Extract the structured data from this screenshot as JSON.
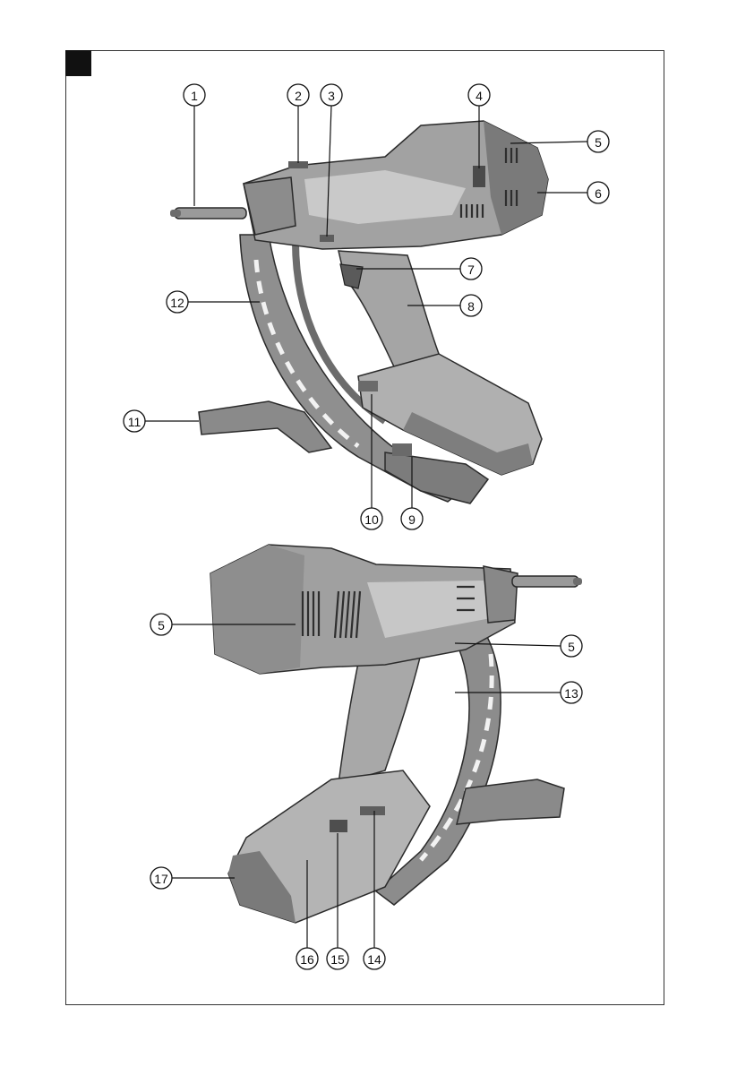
{
  "figure": {
    "colors": {
      "body": "#9a9a9a",
      "body_dark": "#6b6b6b",
      "body_light": "#c6c6c6",
      "body_shadow": "#575757",
      "vent": "#3a3a3a",
      "stroke": "#111111"
    },
    "callouts_top": [
      {
        "label": "1",
        "name": "callout-1"
      },
      {
        "label": "2",
        "name": "callout-2"
      },
      {
        "label": "3",
        "name": "callout-3"
      },
      {
        "label": "4",
        "name": "callout-4"
      },
      {
        "label": "5",
        "name": "callout-5-top"
      },
      {
        "label": "6",
        "name": "callout-6"
      },
      {
        "label": "7",
        "name": "callout-7"
      },
      {
        "label": "8",
        "name": "callout-8"
      },
      {
        "label": "12",
        "name": "callout-12"
      },
      {
        "label": "11",
        "name": "callout-11"
      },
      {
        "label": "10",
        "name": "callout-10"
      },
      {
        "label": "9",
        "name": "callout-9"
      }
    ],
    "callouts_bottom": [
      {
        "label": "5",
        "name": "callout-5-left"
      },
      {
        "label": "5",
        "name": "callout-5-right"
      },
      {
        "label": "13",
        "name": "callout-13"
      },
      {
        "label": "17",
        "name": "callout-17"
      },
      {
        "label": "16",
        "name": "callout-16"
      },
      {
        "label": "15",
        "name": "callout-15"
      },
      {
        "label": "14",
        "name": "callout-14"
      }
    ]
  }
}
